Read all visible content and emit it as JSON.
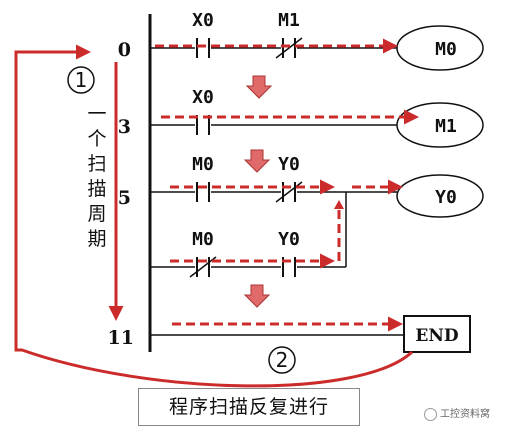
{
  "rungs": [
    {
      "step": "0",
      "contacts": [
        "X0",
        "M1"
      ],
      "coil": "M0"
    },
    {
      "step": "3",
      "contacts": [
        "X0"
      ],
      "coil": "M1"
    },
    {
      "step": "5",
      "contacts": [
        "M0",
        "Y0"
      ],
      "coil": "Y0"
    },
    {
      "step": "",
      "contacts": [
        "M0",
        "Y0"
      ],
      "coil": ""
    },
    {
      "step": "11",
      "contacts": [],
      "coil": "END"
    }
  ],
  "annotations": {
    "marker_1": "1",
    "marker_2": "2",
    "scan_cycle": [
      "一",
      "个",
      "扫",
      "描",
      "周",
      "期"
    ],
    "caption": "程序扫描反复进行",
    "watermark": "工控资料窝"
  },
  "colors": {
    "flow": "#cc2b2b",
    "ink": "#111111"
  }
}
